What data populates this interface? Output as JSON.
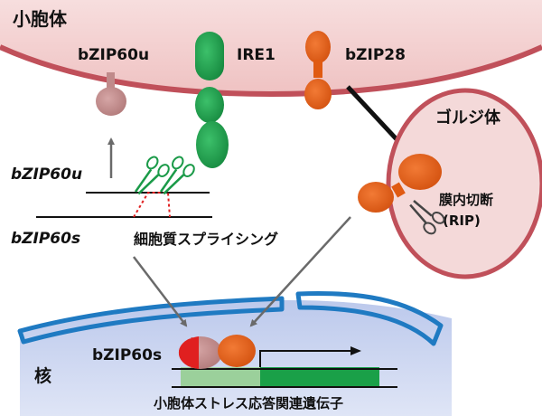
{
  "labels": {
    "er": "小胞体",
    "bzip60u_top": "bZIP60u",
    "ire1": "IRE1",
    "bzip28": "bZIP28",
    "golgi": "ゴルジ体",
    "rip_line1": "膜内切断",
    "rip_line2": "(RIP)",
    "bzip60u_mrna": "bZIP60u",
    "bzip60s_mrna": "bZIP60s",
    "splicing": "細胞質スプライシング",
    "bzip60s_nuc": "bZIP60s",
    "nucleus": "核",
    "genes": "小胞体ストレス応答関連遺伝子"
  },
  "colors": {
    "er_fill": "#f2c9c9",
    "er_membrane": "#c0505a",
    "ire1_green": "#1a9a48",
    "bzip28_orange": "#e05a12",
    "bzip60_mauve": "#c08a8a",
    "golgi_fill": "#f4d9d9",
    "golgi_border": "#c0505a",
    "nucleus_fill": "#c9d3ee",
    "nuclear_envelope": "#1f7ac2",
    "promoter_green": "#9bd09b",
    "gene_green": "#1aa048",
    "red_tip": "#e02020",
    "arrow_gray": "#6a6a6a"
  }
}
